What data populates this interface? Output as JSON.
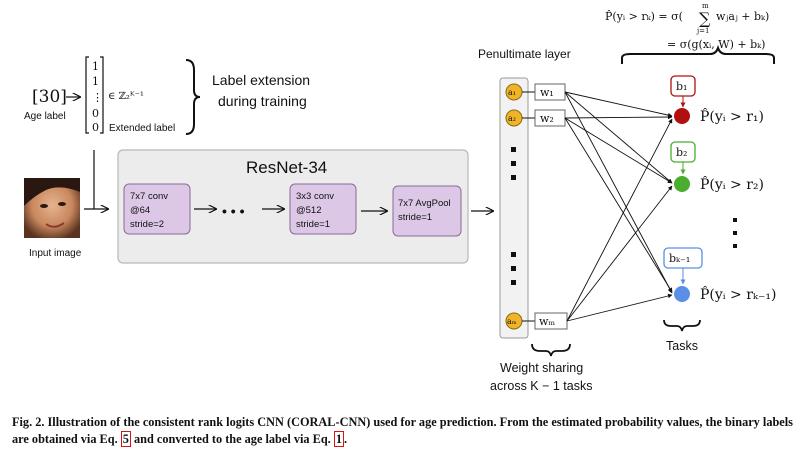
{
  "formula": {
    "line1_lhs": "P̂(yᵢ > rₖ) = σ(",
    "line1_sum": "∑",
    "line1_sum_top": "m",
    "line1_sum_bottom": "j=1",
    "line1_rhs": "wⱼaⱼ + bₖ)",
    "line2": "= σ(g(xᵢ, W) + bₖ)"
  },
  "age_label": {
    "value": "[30]",
    "caption": "Age label"
  },
  "extended_vector": {
    "entries": [
      "1",
      "1",
      "⋮",
      "0",
      "0"
    ],
    "space": "∈ ℤ₂ᴷ⁻¹",
    "caption": "Extended label"
  },
  "label_extension": {
    "line1": "Label extension",
    "line2": "during training"
  },
  "input_image": {
    "caption": "Input image"
  },
  "resnet": {
    "title": "ResNet-34",
    "blocks": [
      {
        "l1": "7x7 conv",
        "l2": "@64",
        "l3": "stride=2"
      },
      {
        "l1": "3x3 conv",
        "l2": "@512",
        "l3": "stride=1"
      },
      {
        "l1": "7x7 AvgPool",
        "l2": "stride=1",
        "l3": ""
      }
    ],
    "ellipsis": "• • •"
  },
  "penultimate": {
    "title": "Penultimate layer",
    "nodes": [
      "a₁",
      "a₂",
      "aₘ"
    ],
    "weights": [
      "w₁",
      "w₂",
      "wₘ"
    ]
  },
  "weight_sharing": {
    "line1": "Weight sharing",
    "line2": "across K − 1 tasks"
  },
  "tasks": {
    "biases": [
      "b₁",
      "b₂",
      "bₖ₋₁"
    ],
    "outputs": [
      "P̂(yᵢ > r₁)",
      "P̂(yᵢ > r₂)",
      "P̂(yᵢ > rₖ₋₁)"
    ],
    "label": "Tasks"
  },
  "colors": {
    "node_a": "#f0b429",
    "task1": "#b01010",
    "task2": "#4aad2d",
    "task3": "#5b8ee6",
    "resnet_bg": "#ececec",
    "block_fill": "#dcc8e6"
  },
  "caption": {
    "prefix": "Fig. 2. Illustration of the consistent rank logits CNN (CORAL-CNN) used for age prediction. From the estimated probability values, the binary labels are obtained via Eq. ",
    "ref1": "5",
    "middle": " and converted to the age label via Eq. ",
    "ref2": "1",
    "suffix": "."
  }
}
